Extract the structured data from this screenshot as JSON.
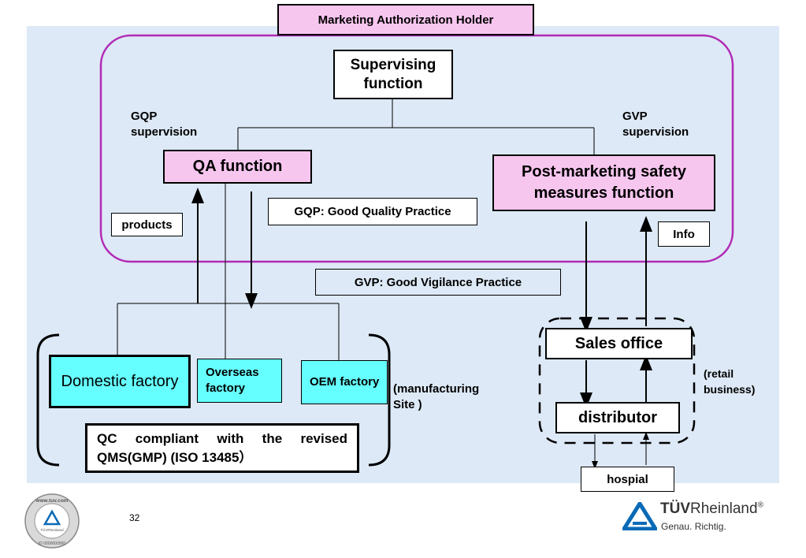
{
  "header": {
    "mah_label": "Marketing Authorization Holder"
  },
  "mah": {
    "supervising": "Supervising function",
    "gqp_supervision": "GQP supervision",
    "gvp_supervision": "GVP supervision",
    "qa_function": "QA function",
    "post_marketing": "Post-marketing safety measures function",
    "products": "products",
    "info": "Info",
    "gqp_def": "GQP: Good Quality Practice"
  },
  "gvp_def": "GVP: Good Vigilance Practice",
  "manufacturing": {
    "domestic": "Domestic factory",
    "overseas": "Overseas factory",
    "oem": "OEM factory",
    "site_label": "(manufacturing Site )",
    "qc_note": "QC compliant with the revised QMS(GMP) (ISO 13485）"
  },
  "retail": {
    "sales_office": "Sales office",
    "distributor": "distributor",
    "retail_label": "(retail business)",
    "hospital": "hospial"
  },
  "footer": {
    "page_number": "32",
    "brand": "TÜVRheinland",
    "brand_bold": "TÜV",
    "brand_light": "Rheinland",
    "registered": "®",
    "tagline": "Genau. Richtig.",
    "seal_text": "www.tuv.com",
    "seal_inner": "TÜVRheinland",
    "seal_id": "ID 0000000000"
  },
  "colors": {
    "pink": "#f7c6ef",
    "cyan": "#66ffff",
    "panel": "#dde9f6",
    "mah_border": "#b22ab6",
    "tuv_blue": "#0a6ab6"
  }
}
